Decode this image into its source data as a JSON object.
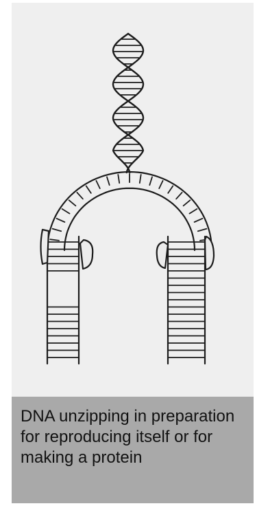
{
  "caption": {
    "text": "DNA unzipping in preparation for reproducing itself or for making a protein"
  },
  "illustration": {
    "subject": "dna-unzipping-sketch",
    "style": "pencil line drawing"
  }
}
